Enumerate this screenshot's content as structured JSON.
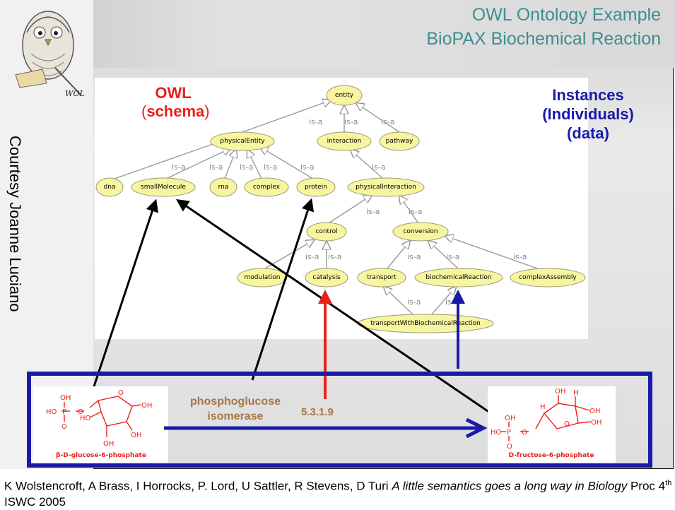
{
  "title": {
    "line1": "OWL Ontology Example",
    "line2": "BioPAX Biochemical Reaction"
  },
  "logo_text": "WOL",
  "courtesy": "Courtesy Joanne Luciano",
  "owl_label": {
    "owl": "OWL",
    "open": "(",
    "schema": "schema",
    "close": ")"
  },
  "instances_label": {
    "line1": "Instances",
    "line2": "(Individuals)",
    "line3": "(data)"
  },
  "edge_label": "is-a",
  "nodes": {
    "entity": "entity",
    "physicalEntity": "physicalEntity",
    "interaction": "interaction",
    "pathway": "pathway",
    "dna": "dna",
    "smallMolecule": "smallMolecule",
    "rna": "rna",
    "complex": "complex",
    "protein": "protein",
    "physicalInteraction": "physicalInteraction",
    "control": "control",
    "conversion": "conversion",
    "modulation": "modulation",
    "catalysis": "catalysis",
    "transport": "transport",
    "biochemicalReaction": "biochemicalReaction",
    "complexAssembly": "complexAssembly",
    "transportWithBiochemicalReaction": "transportWithBiochemicalReaction"
  },
  "molecules": {
    "glucose": "β-D-glucose-6-phosphate",
    "fructose": "D-fructose-6-phosphate"
  },
  "enzyme": {
    "line1": "phosphoglucose",
    "line2": "isomerase"
  },
  "ec_number": "5.3.1.9",
  "reference": {
    "authors": "K Wolstencroft, A Brass, I Horrocks, P. Lord, U Sattler, R Stevens, D Turi ",
    "paper_title": "A little semantics goes a long way in Biology",
    "venue_pre": " Proc 4",
    "venue_sup": "th",
    "venue_post": " ISWC 2005"
  },
  "colors": {
    "title": "#3c8f90",
    "owl_red": "#e8211b",
    "instances_blue": "#1a1aa8",
    "node_fill": "#f7f59f",
    "enzyme_brown": "#a5774a",
    "arrow_red": "#e8211b"
  }
}
